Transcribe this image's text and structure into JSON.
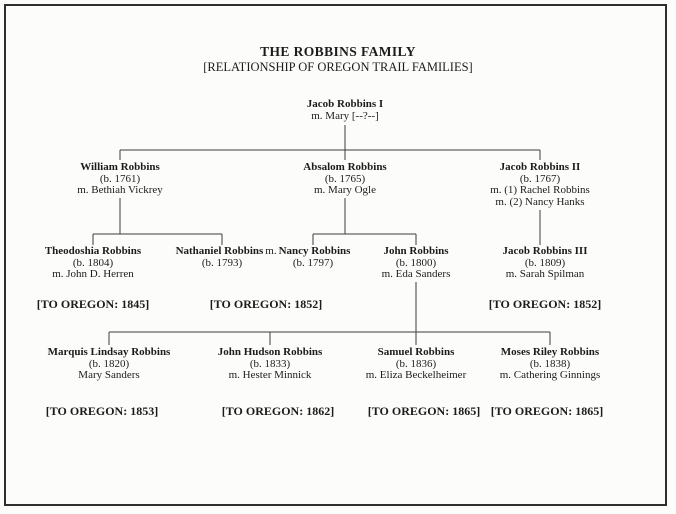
{
  "title": "THE ROBBINS FAMILY",
  "subtitle": "[RELATIONSHIP OF OREGON TRAIL FAMILIES]",
  "generations": {
    "gen1": {
      "jacob1": {
        "name": "Jacob Robbins I",
        "lines": [
          "m. Mary [--?--]"
        ]
      }
    },
    "gen2": {
      "william": {
        "name": "William Robbins",
        "lines": [
          "(b. 1761)",
          "m. Bethiah Vickrey"
        ]
      },
      "absalom": {
        "name": "Absalom Robbins",
        "lines": [
          "(b. 1765)",
          "m. Mary Ogle"
        ]
      },
      "jacob2": {
        "name": "Jacob Robbins II",
        "lines": [
          "(b. 1767)",
          "m. (1) Rachel Robbins",
          "m. (2) Nancy Hanks"
        ]
      }
    },
    "gen3": {
      "theodoshia": {
        "name": "Theodoshia Robbins",
        "lines": [
          "(b. 1804)",
          "m. John D. Herren"
        ],
        "oregon": "[TO OREGON: 1845]"
      },
      "nathaniel": {
        "name": "Nathaniel Robbins",
        "born": "(b. 1793)"
      },
      "marriage_label": "m.",
      "nancy": {
        "name": "Nancy Robbins",
        "born": "(b. 1797)"
      },
      "couple_oregon": "[TO OREGON: 1852]",
      "john": {
        "name": "John Robbins",
        "lines": [
          "(b. 1800)",
          "m. Eda Sanders"
        ]
      },
      "jacob3": {
        "name": "Jacob Robbins III",
        "lines": [
          "(b. 1809)",
          "m. Sarah Spilman"
        ],
        "oregon": "[TO OREGON: 1852]"
      }
    },
    "gen4": {
      "marquis": {
        "name": "Marquis Lindsay Robbins",
        "lines": [
          "(b. 1820)",
          "Mary Sanders"
        ],
        "oregon": "[TO OREGON: 1853]"
      },
      "john_hudson": {
        "name": "John Hudson Robbins",
        "lines": [
          "(b. 1833)",
          "m. Hester Minnick"
        ],
        "oregon": "[TO OREGON: 1862]"
      },
      "samuel": {
        "name": "Samuel Robbins",
        "lines": [
          "(b. 1836)",
          "m. Eliza Beckelheimer"
        ],
        "oregon": "[TO OREGON: 1865]"
      },
      "moses": {
        "name": "Moses Riley Robbins",
        "lines": [
          "(b. 1838)",
          "m. Cathering Ginnings"
        ],
        "oregon": "[TO OREGON: 1865]"
      }
    }
  }
}
